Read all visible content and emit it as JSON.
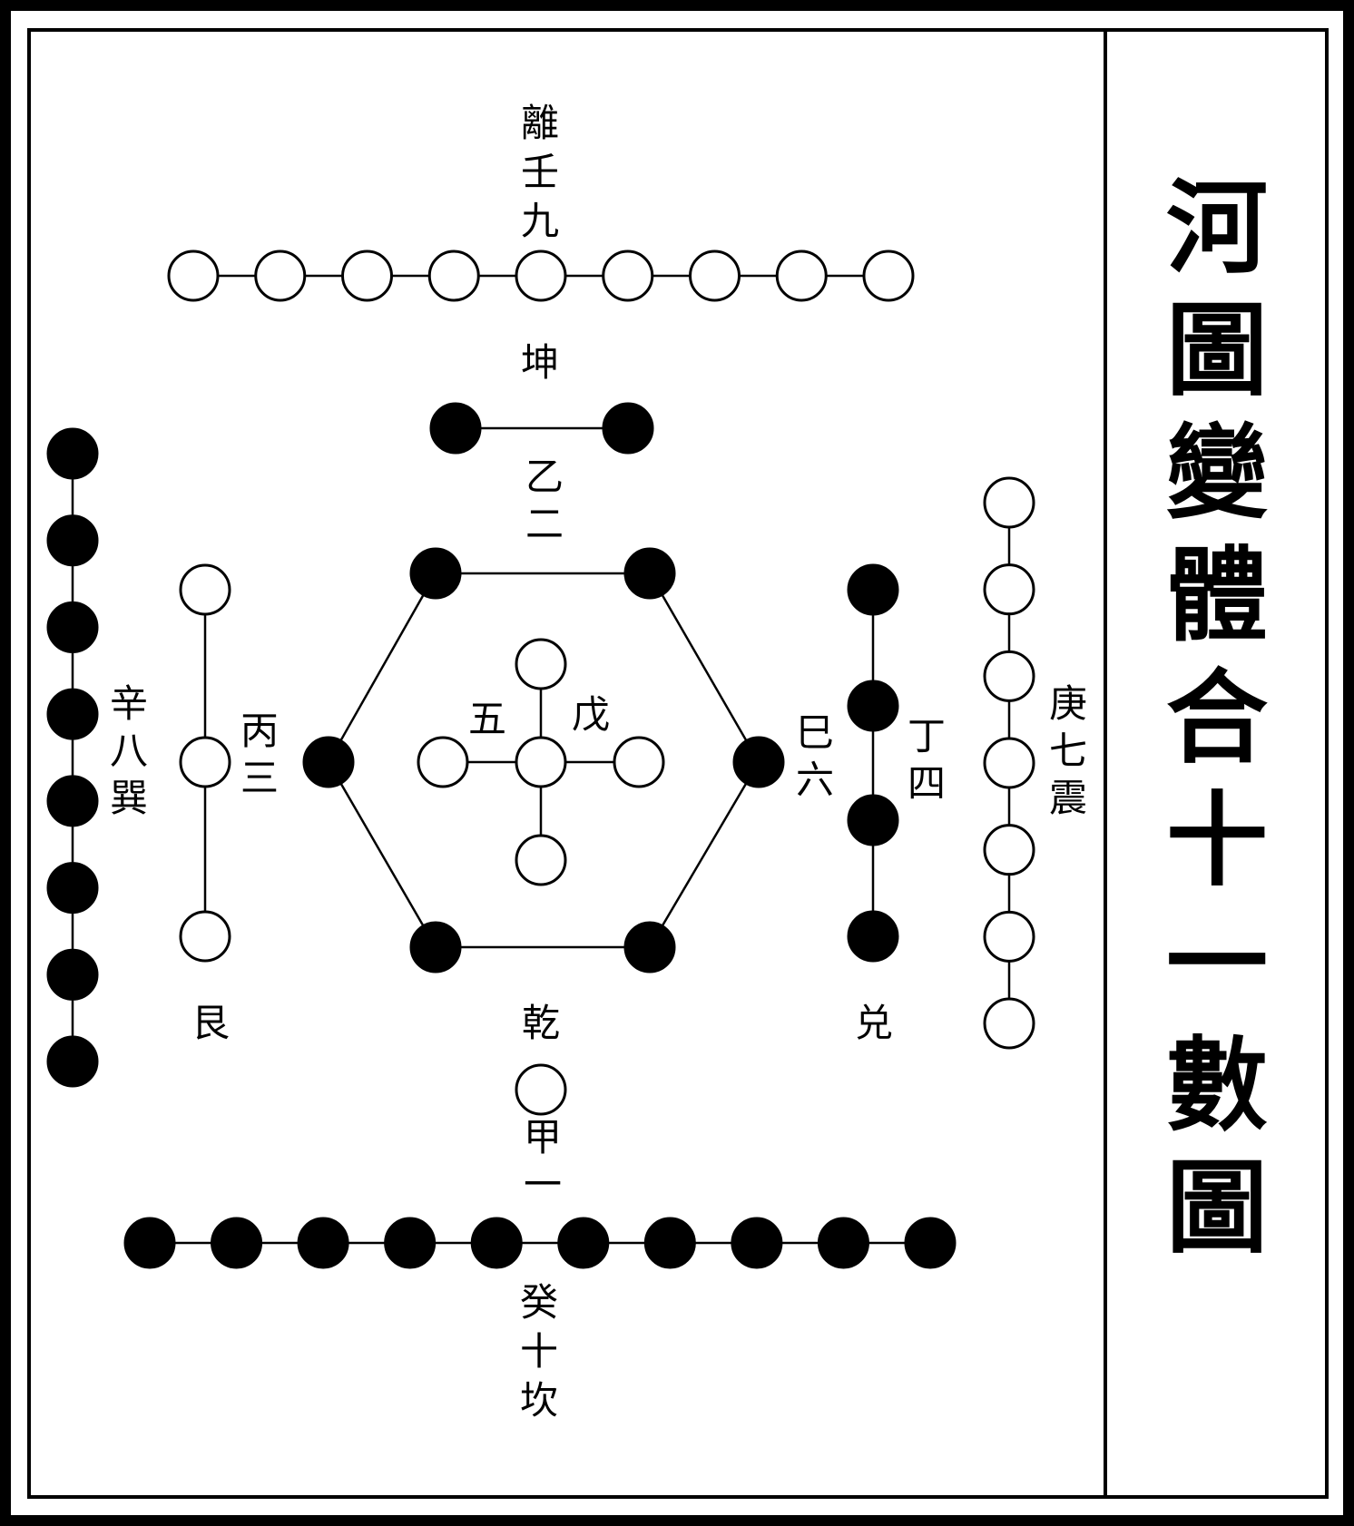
{
  "title": "河圖變體合十一數圖",
  "colors": {
    "yang": "#ffffff",
    "yin": "#000000",
    "stroke": "#000000"
  },
  "labels": {
    "top": "離壬九",
    "kun": "坤",
    "yi_er": "乙二",
    "xin_ba_xun": "辛八巽",
    "bing_san": "丙三",
    "wu_five": "五",
    "wu_stem": "戊",
    "si_liu": "巳六",
    "ding_si": "丁四",
    "geng_qi_zhen": "庚七震",
    "gen": "艮",
    "qian": "乾",
    "dui": "兑",
    "jia_yi": "甲一",
    "gui_shi_kan": "癸十坎"
  },
  "groups": [
    {
      "name": "top-nine",
      "number": 9,
      "color": "white"
    },
    {
      "name": "kun-two",
      "number": 2,
      "color": "black"
    },
    {
      "name": "xun-eight",
      "number": 8,
      "color": "black"
    },
    {
      "name": "gen-three",
      "number": 3,
      "color": "white"
    },
    {
      "name": "center-five",
      "number": 5,
      "color": "white"
    },
    {
      "name": "hexagon-six",
      "number": 6,
      "color": "black"
    },
    {
      "name": "dui-four",
      "number": 4,
      "color": "black"
    },
    {
      "name": "zhen-seven",
      "number": 7,
      "color": "white"
    },
    {
      "name": "qian-one",
      "number": 1,
      "color": "white"
    },
    {
      "name": "kan-ten",
      "number": 10,
      "color": "black"
    }
  ]
}
